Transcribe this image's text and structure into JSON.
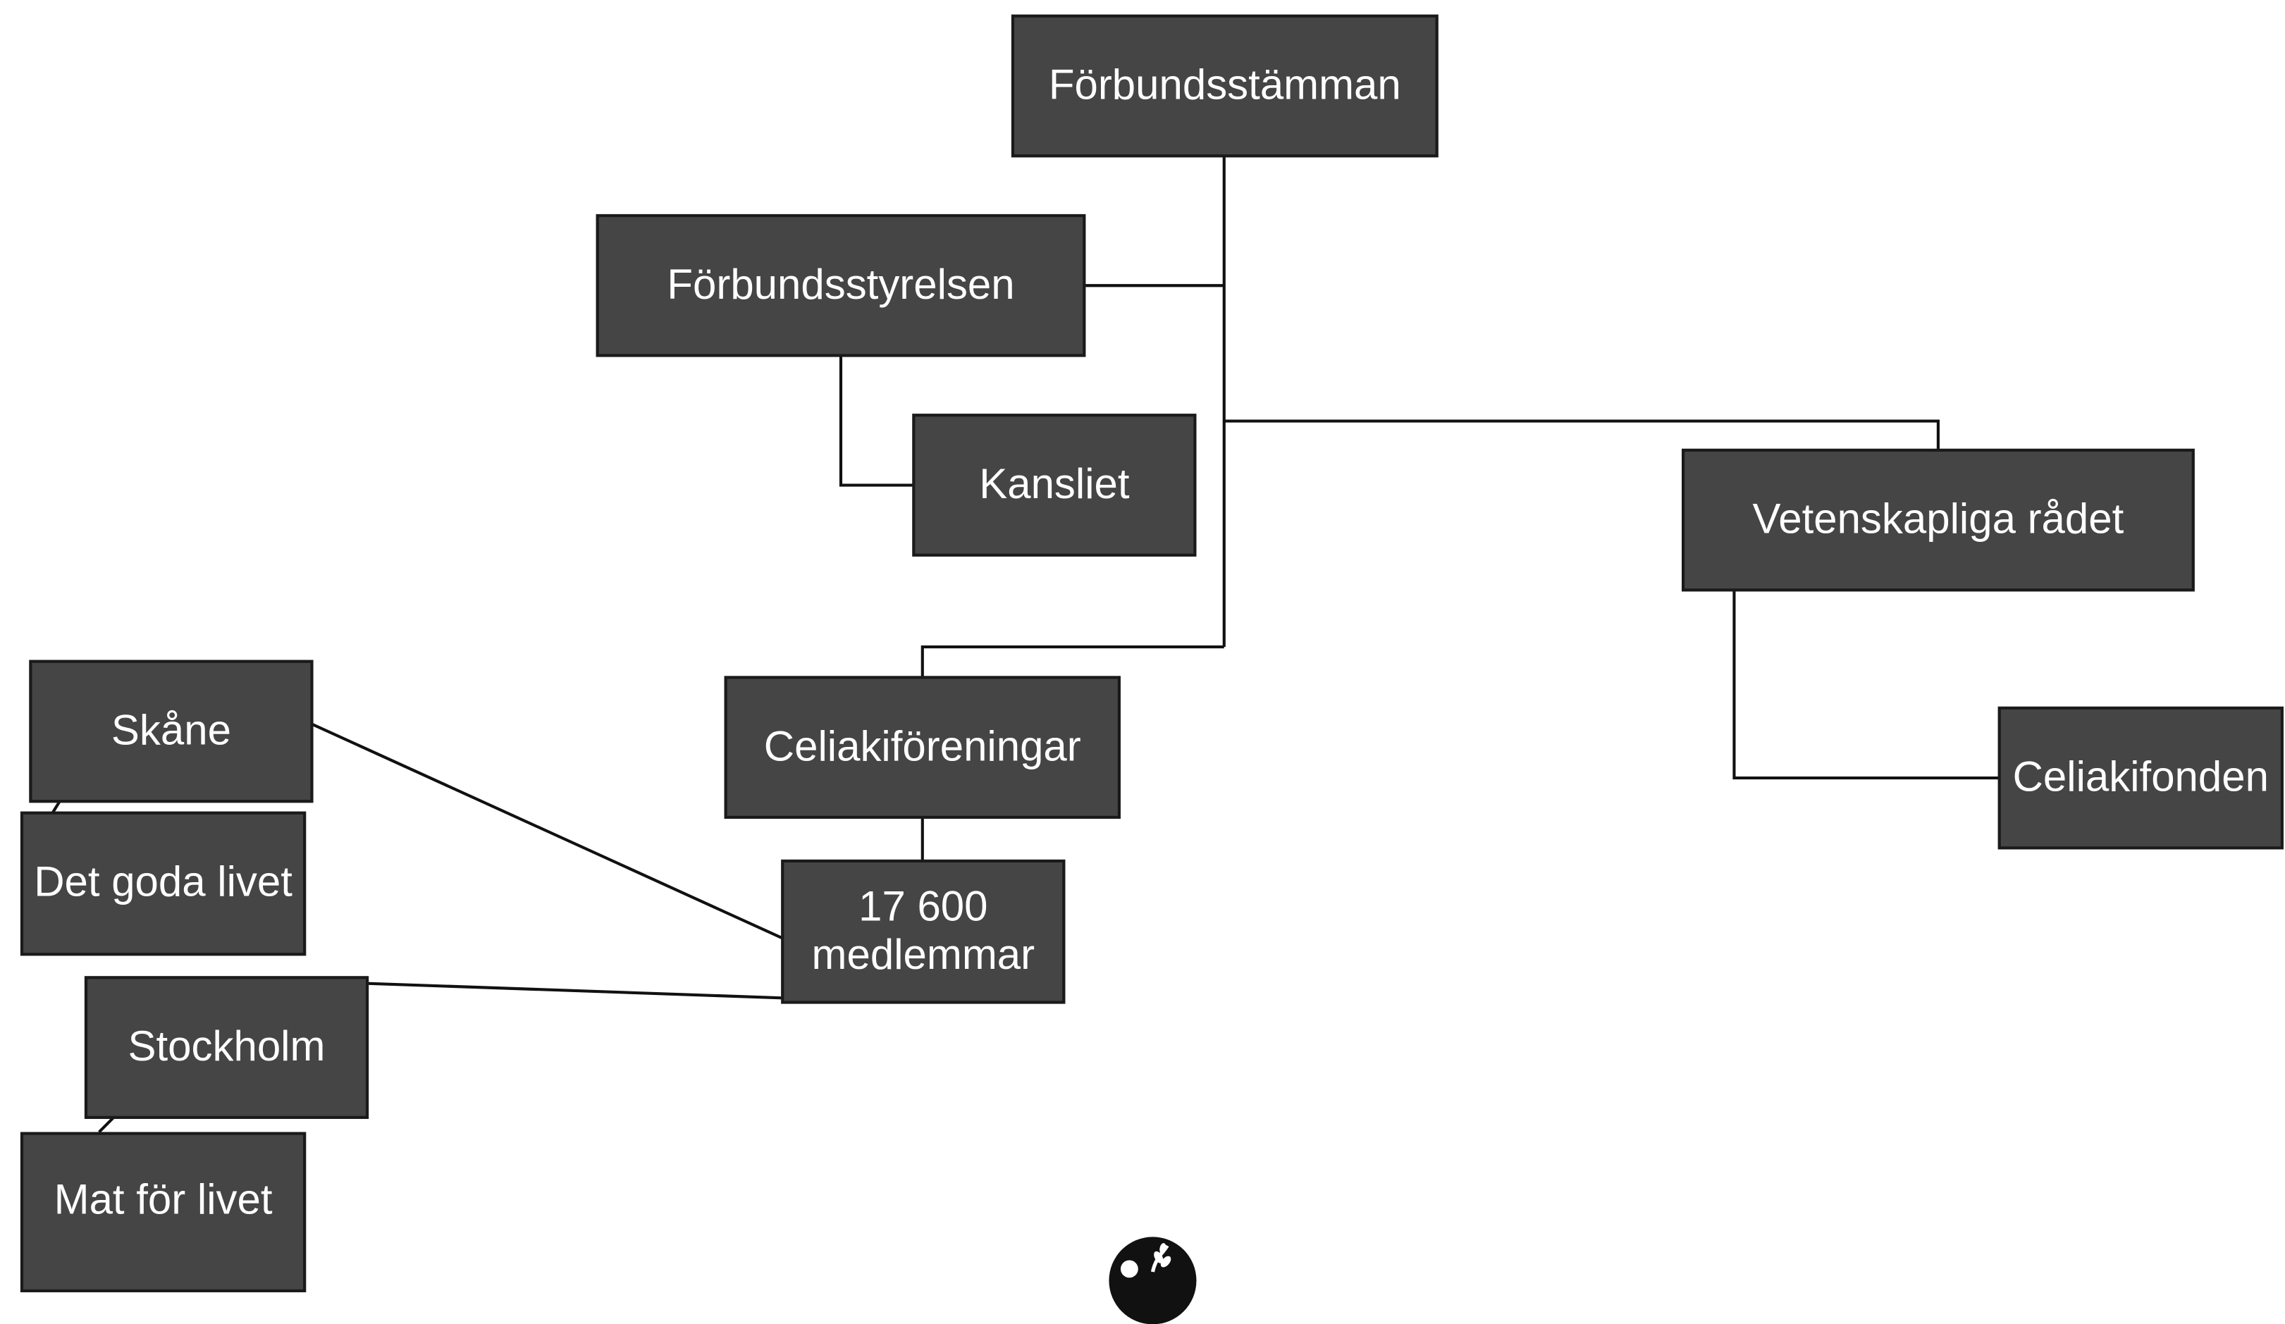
{
  "diagram": {
    "nodes": {
      "forbundsstamman": {
        "label": "Förbundsstämman"
      },
      "forbundsstyrelsen": {
        "label": "Förbundsstyrelsen"
      },
      "kansliet": {
        "label": "Kansliet"
      },
      "vetenskapliga_radet": {
        "label": "Vetenskapliga rådet"
      },
      "celiakiforeningar": {
        "label": "Celiakiföreningar"
      },
      "celiakifonden": {
        "label": "Celiakifonden"
      },
      "medlemmar": {
        "line1": "17 600",
        "line2": "medlemmar"
      },
      "skane": {
        "label": "Skåne"
      },
      "det_goda_livet": {
        "label": "Det goda livet"
      },
      "stockholm": {
        "label": "Stockholm"
      },
      "mat_for_livet": {
        "label": "Mat för livet"
      }
    },
    "edges": [
      {
        "from": "Förbundsstämman",
        "to": "Förbundsstyrelsen"
      },
      {
        "from": "Förbundsstämman",
        "to": "Vetenskapliga rådet"
      },
      {
        "from": "Förbundsstämman",
        "to": "Celiakiföreningar"
      },
      {
        "from": "Förbundsstyrelsen",
        "to": "Kansliet"
      },
      {
        "from": "Vetenskapliga rådet",
        "to": "Celiakifonden"
      },
      {
        "from": "Celiakiföreningar",
        "to": "17 600 medlemmar"
      },
      {
        "from": "17 600 medlemmar",
        "to": "Skåne"
      },
      {
        "from": "17 600 medlemmar",
        "to": "Stockholm"
      },
      {
        "from": "Skåne",
        "to": "Det goda livet"
      },
      {
        "from": "Stockholm",
        "to": "Mat för livet"
      }
    ],
    "colors": {
      "node_fill": "#454545",
      "node_border": "#1a1a1a",
      "node_text": "#ffffff",
      "connector": "#111111",
      "background": "#ffffff"
    },
    "logo": {
      "icon": "wheat-logo-icon"
    }
  }
}
